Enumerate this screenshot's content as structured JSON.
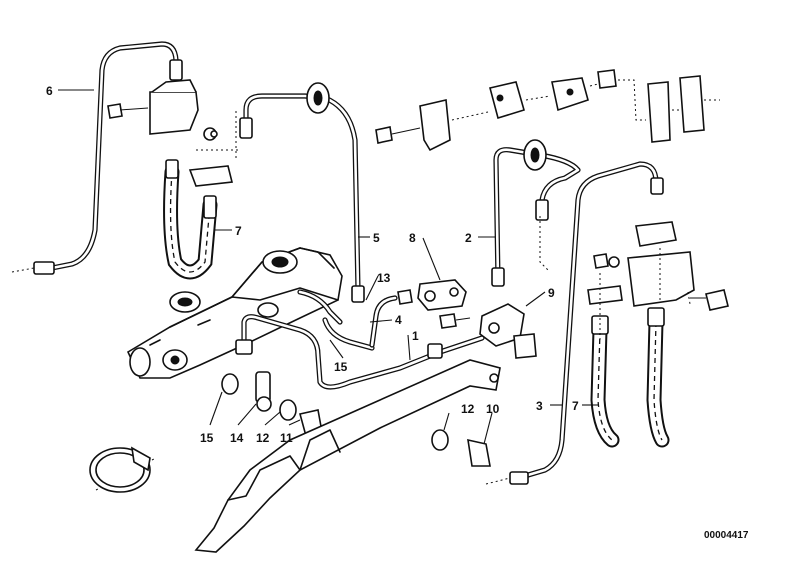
{
  "diagram_id": "00004417",
  "callouts": [
    "1",
    "2",
    "3",
    "4",
    "5",
    "6",
    "7",
    "7",
    "8",
    "9",
    "10",
    "11",
    "12",
    "12",
    "13",
    "14",
    "15",
    "15"
  ]
}
